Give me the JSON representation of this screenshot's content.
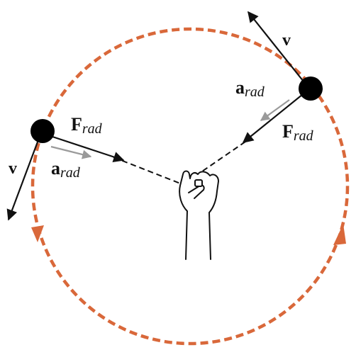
{
  "colors": {
    "orbit": "#D9683A",
    "line": "#111111",
    "accel_arrow": "#9A9A9A",
    "ball": "#000000",
    "background": "#FFFFFF"
  },
  "labels": {
    "left": {
      "velocity": "v",
      "force_main": "F",
      "force_sub": "rad",
      "accel_main": "a",
      "accel_sub": "rad"
    },
    "right": {
      "velocity": "v",
      "force_main": "F",
      "force_sub": "rad",
      "accel_main": "a",
      "accel_sub": "rad"
    }
  },
  "icons": {
    "hand": "hand-icon",
    "direction": "triangle-arrowhead-icon"
  }
}
